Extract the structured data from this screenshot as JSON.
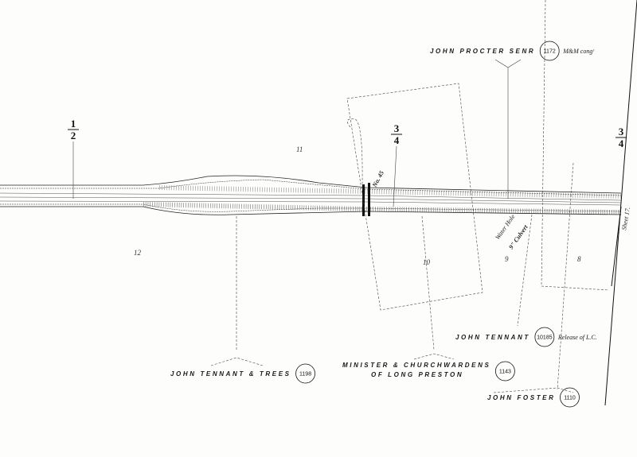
{
  "mileposts": {
    "half": {
      "num": "1",
      "den": "2"
    },
    "three_quarter": {
      "num": "3",
      "den": "4"
    },
    "right_edge": {
      "num": "3",
      "den": "4"
    }
  },
  "bridge_label": "No. 45",
  "culvert_label": {
    "line1": "Water Hole",
    "line2": "9\" Culvert"
  },
  "sheet_ref": "Sheet 17.",
  "plot_numbers": [
    "11",
    "12",
    "10",
    "9",
    "8"
  ],
  "owners": [
    {
      "name": "JOHN PROCTER SENR",
      "ref": "1172",
      "note": "M&M congʳ"
    },
    {
      "name": "JOHN TENNANT",
      "ref": "10185",
      "note": "Release of L.C."
    },
    {
      "name": "JOHN TENNANT & TREES",
      "ref": "1198"
    },
    {
      "name_line1": "MINISTER & CHURCHWARDENS",
      "name_line2": "OF LONG PRESTON",
      "ref": "1143"
    },
    {
      "name": "JOHN FOSTER",
      "ref": "1110"
    }
  ]
}
